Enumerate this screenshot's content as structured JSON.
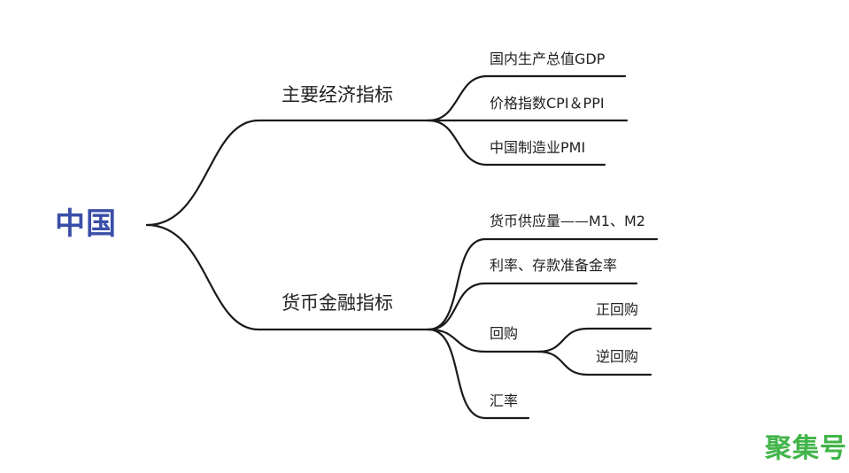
{
  "mindmap": {
    "root": "中国",
    "branches": [
      {
        "label": "主要经济指标",
        "children": [
          {
            "label": "国内生产总值GDP"
          },
          {
            "label": "价格指数CPI＆PPI"
          },
          {
            "label": "中国制造业PMI"
          }
        ]
      },
      {
        "label": "货币金融指标",
        "children": [
          {
            "label": "货币供应量——M1、M2"
          },
          {
            "label": "利率、存款准备金率"
          },
          {
            "label": "回购",
            "children": [
              {
                "label": "正回购"
              },
              {
                "label": "逆回购"
              }
            ]
          },
          {
            "label": "汇率"
          }
        ]
      }
    ]
  },
  "watermark": "聚集号",
  "colors": {
    "root": "#3a4ea8",
    "line": "#1a1a1a",
    "watermark": "#41b449"
  }
}
